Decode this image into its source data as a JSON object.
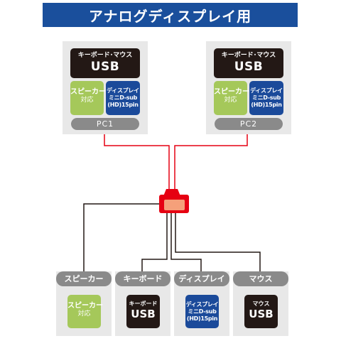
{
  "title": "アナログディスプレイ用",
  "pcs": [
    {
      "keyboard_mouse": {
        "small": "キーボード･マウス",
        "large": "USB"
      },
      "speaker": {
        "line1": "スピーカー",
        "line2": "対応"
      },
      "display": [
        "ディスプレイ",
        "ミニD-sub",
        "(HD)15pin"
      ],
      "label": "PC1"
    },
    {
      "keyboard_mouse": {
        "small": "キーボード･マウス",
        "large": "USB"
      },
      "speaker": {
        "line1": "スピーカー",
        "line2": "対応"
      },
      "display": [
        "ディスプレイ",
        "ミニD-sub",
        "(HD)15pin"
      ],
      "label": "PC2"
    }
  ],
  "devices": {
    "speaker": {
      "header": "スピーカー",
      "line1": "スピーカー",
      "line2": "対応"
    },
    "keyboard": {
      "header": "キーボード",
      "small": "キーボード",
      "large": "USB"
    },
    "display": {
      "header": "ディスプレイ",
      "lines": [
        "ディスプレイ",
        "ミニD-sub",
        "(HD)15pin"
      ]
    },
    "mouse": {
      "header": "マウス",
      "small": "マウス",
      "large": "USB"
    }
  },
  "colors": {
    "banner": "#1a4f9c",
    "pc_input_lines": "#e60012",
    "output_lines": "#231815",
    "switch_body": "#e60012",
    "switch_face": "#f5a07a"
  }
}
